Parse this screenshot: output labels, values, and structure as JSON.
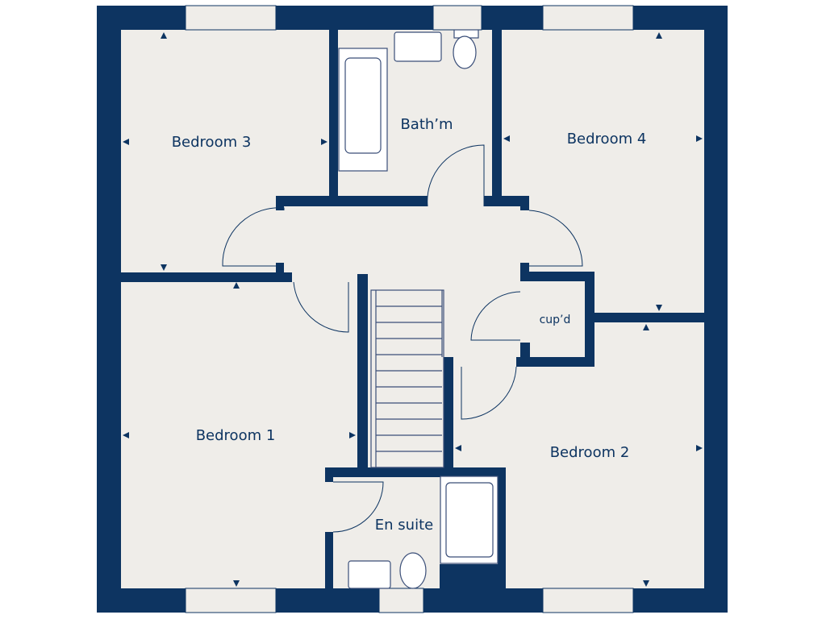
{
  "plan": {
    "rooms": {
      "bedroom3": "Bedroom 3",
      "bathroom": "Bath’m",
      "bedroom4": "Bedroom 4",
      "cupboard": "cup’d",
      "bedroom1": "Bedroom 1",
      "bedroom2": "Bedroom 2",
      "ensuite": "En suite"
    },
    "colors": {
      "wall": "#0d3461",
      "floor": "#efede9"
    }
  }
}
